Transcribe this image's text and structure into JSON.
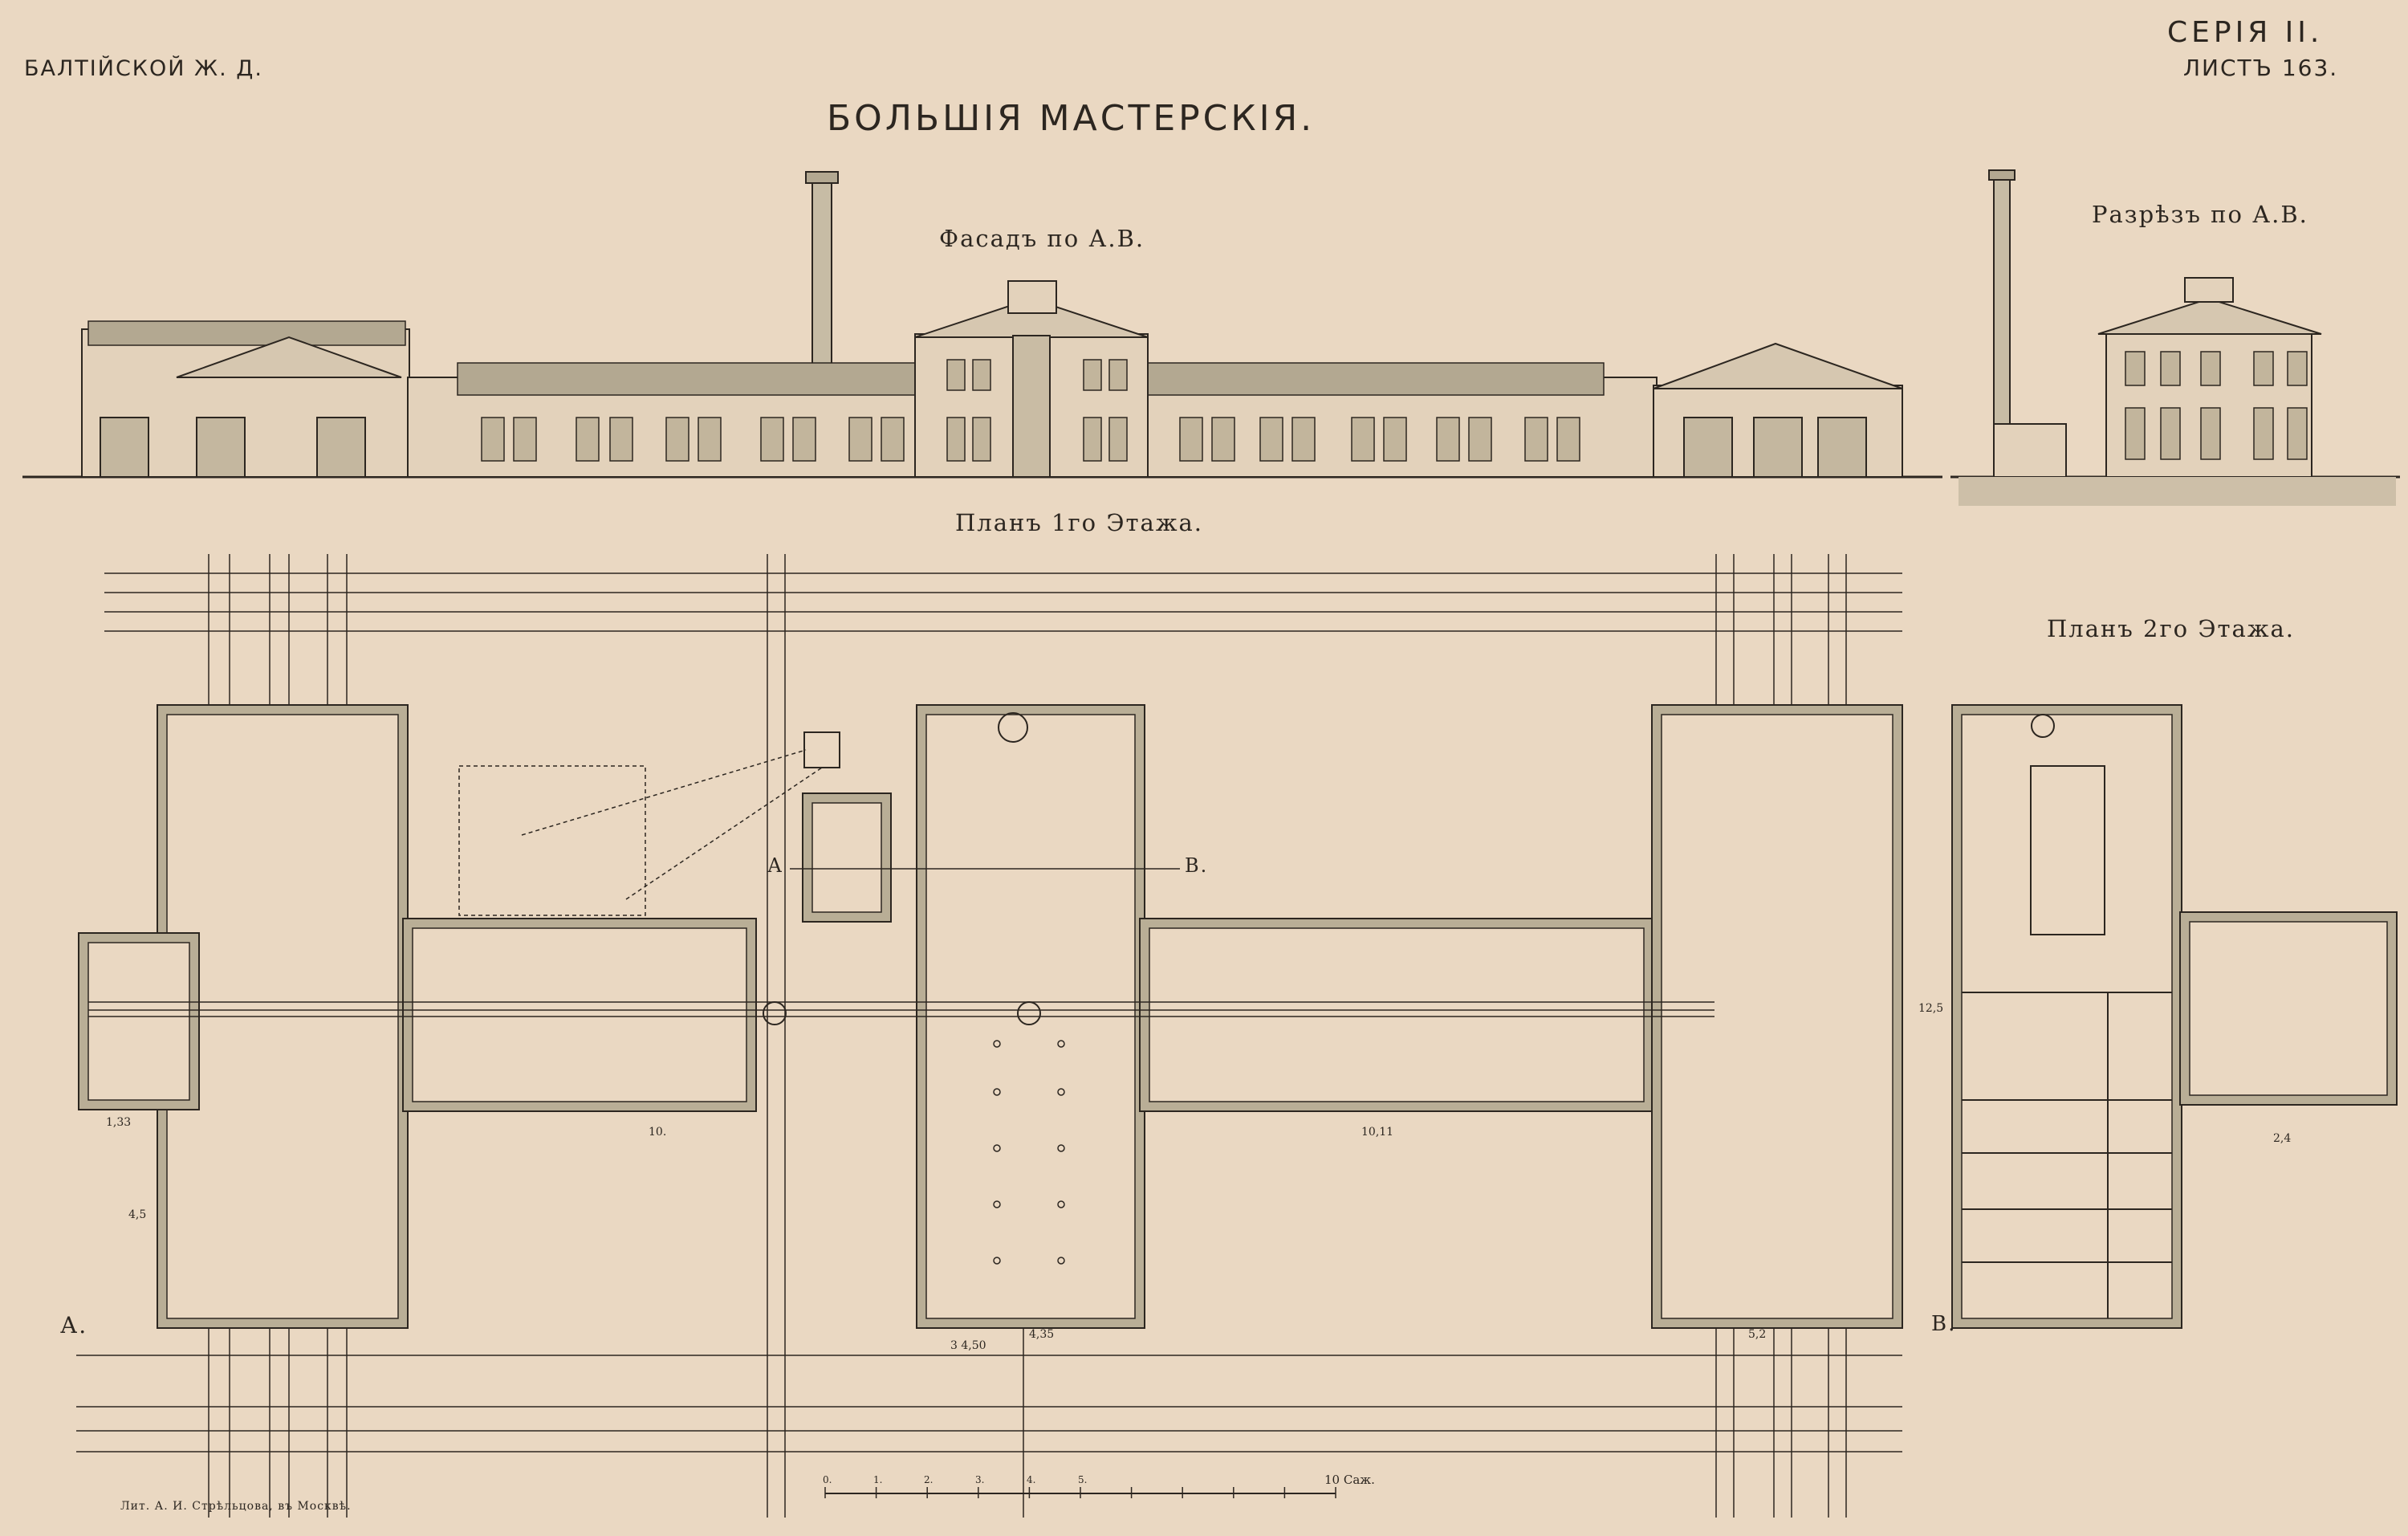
{
  "header": {
    "railway": "БАЛТІЙСКОЙ Ж. Д.",
    "series": "СЕРІЯ II.",
    "sheet": "ЛИСТЪ 163.",
    "title": "БОЛЬШІЯ МАСТЕРСКІЯ."
  },
  "views": {
    "facade": "Фасадъ по А.В.",
    "section": "Разрѣзъ по А.В.",
    "plan1": "Планъ 1го Этажа.",
    "plan2": "Планъ 2го Этажа."
  },
  "labels": {
    "a_left": "А.",
    "b_bottom": "В.",
    "a_cut": "А",
    "b_cut": "В."
  },
  "dimensions": {
    "d1": "1,33",
    "d2": "10.",
    "d3": "10,11",
    "d4": "4,5",
    "d5": "3 4,50",
    "d6": "4,35",
    "d7": "5,2",
    "d8": "12,5",
    "d9": "2,4"
  },
  "scale": {
    "ticks": [
      "0.",
      "1.",
      "2.",
      "3.",
      "4.",
      "5."
    ],
    "end": "10 Саж."
  },
  "footer": {
    "publisher": "Лит. А. И. Стрѣльцова, въ Москвѣ."
  },
  "colors": {
    "paper": "#ead8c2",
    "wall_fill": "#b9ae96",
    "roof_fill": "#b3a891",
    "ink": "#2c2620",
    "facade_fill": "#e3d2bb"
  }
}
